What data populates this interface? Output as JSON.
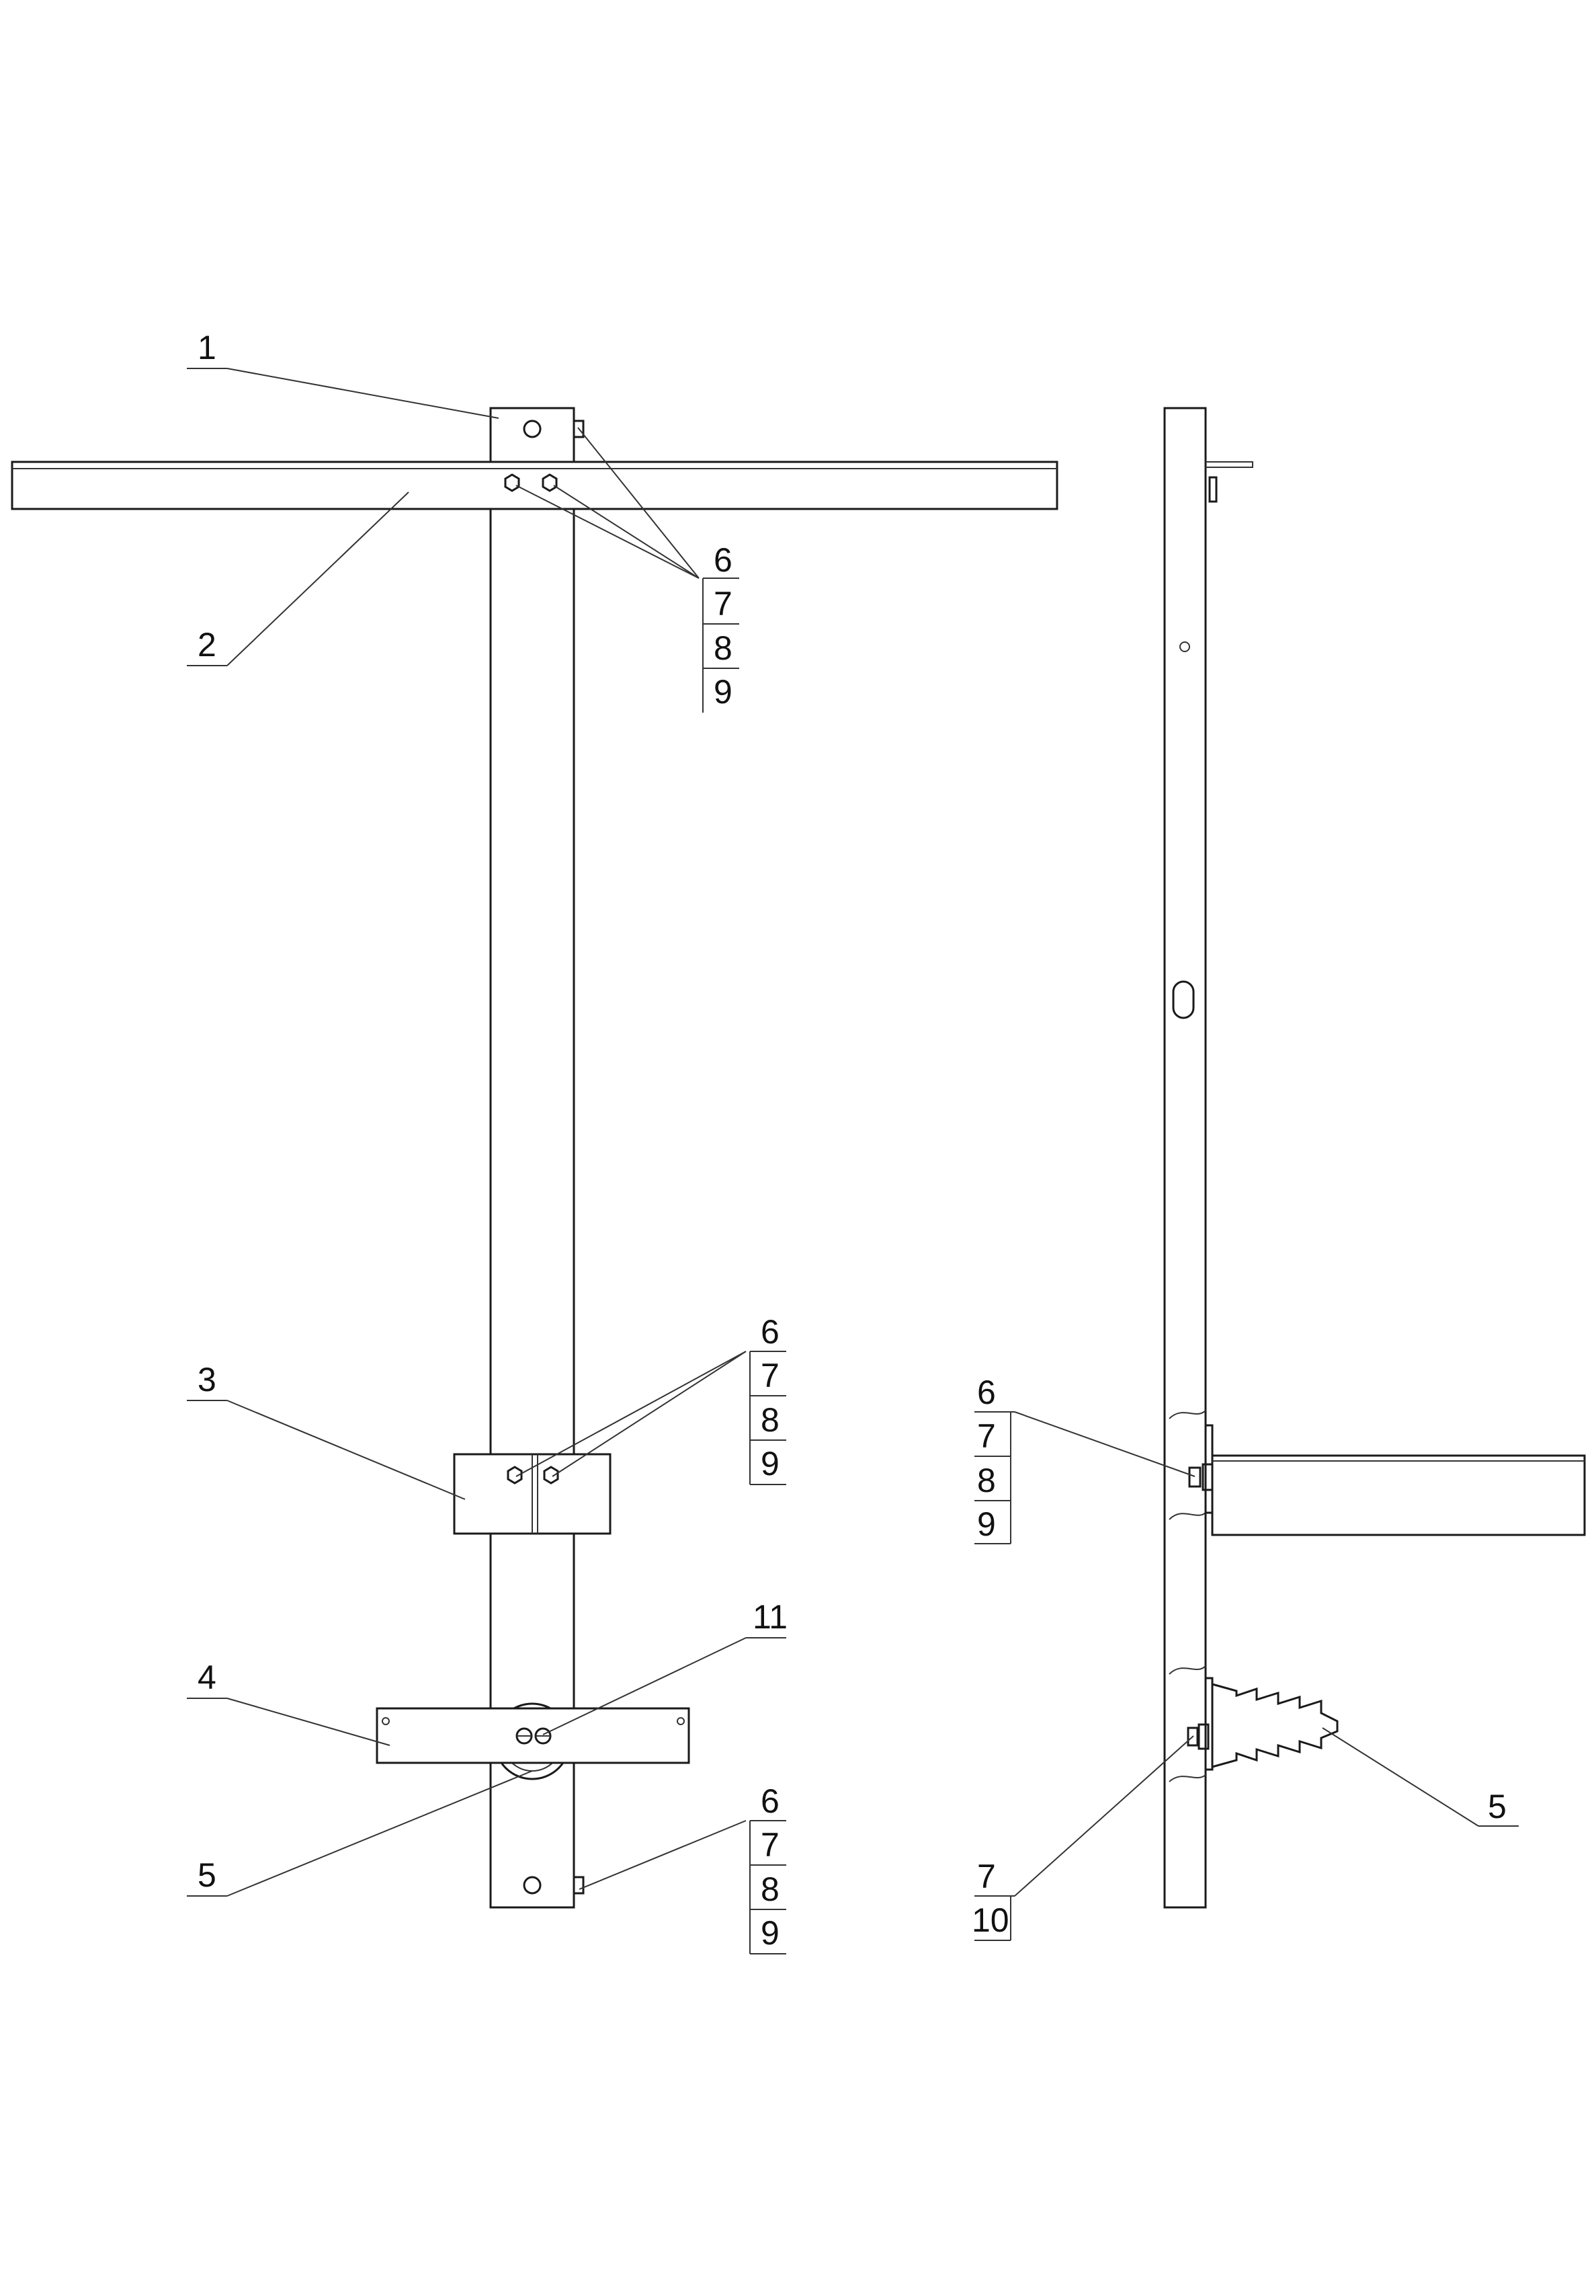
{
  "drawing": {
    "left_view": {
      "callout_1": "1",
      "callout_2": "2",
      "callout_3": "3",
      "callout_4": "4",
      "callout_5": "5",
      "callout_11": "11",
      "stack_top": [
        "6",
        "7",
        "8",
        "9"
      ],
      "stack_mid": [
        "6",
        "7",
        "8",
        "9"
      ],
      "stack_bottom": [
        "6",
        "7",
        "8",
        "9"
      ]
    },
    "right_view": {
      "stack_mid": [
        "6",
        "7",
        "8",
        "9"
      ],
      "stack_bottom": [
        "7",
        "10"
      ],
      "callout_5": "5"
    }
  }
}
